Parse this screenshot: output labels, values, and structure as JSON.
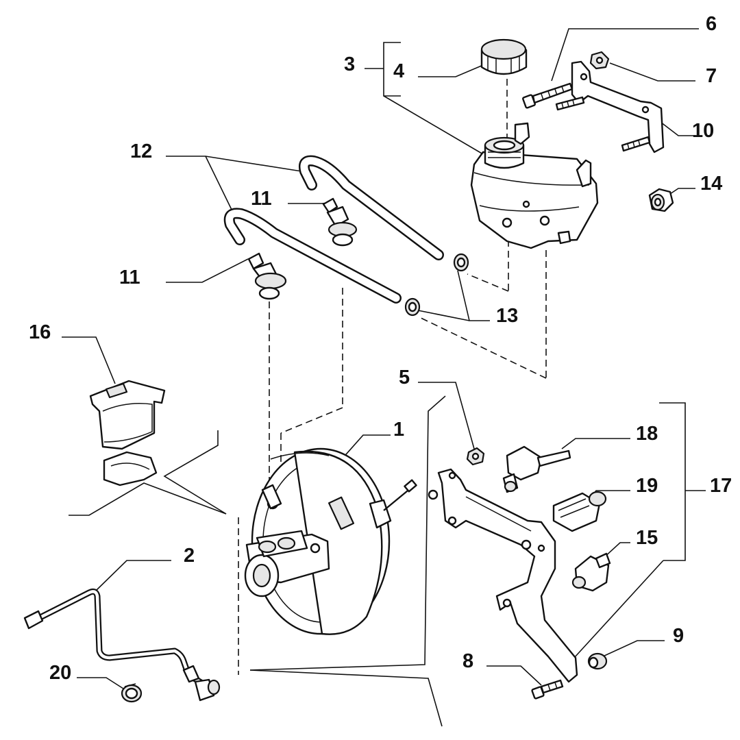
{
  "diagram": {
    "kind": "exploded parts diagram",
    "callouts": [
      "1",
      "2",
      "3",
      "4",
      "5",
      "6",
      "7",
      "8",
      "9",
      "10",
      "11",
      "11",
      "12",
      "13",
      "14",
      "15",
      "16",
      "17",
      "18",
      "19",
      "20"
    ]
  }
}
